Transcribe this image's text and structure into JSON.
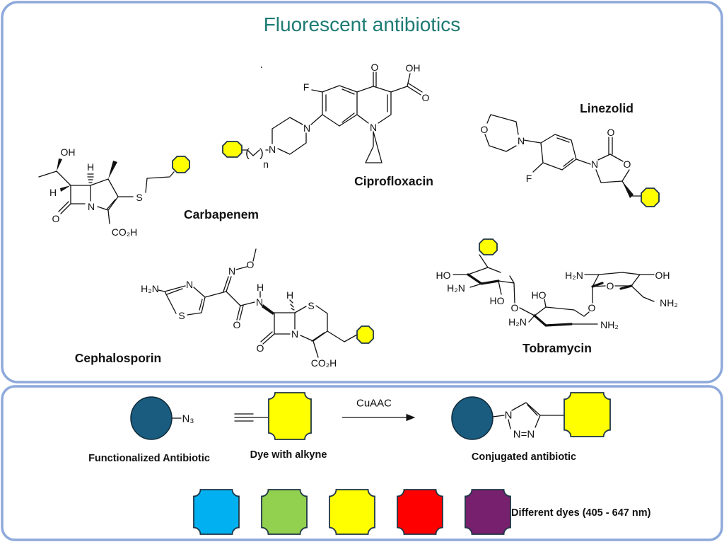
{
  "title": "Fluorescent antibiotics",
  "colors": {
    "title": "#1e7b74",
    "frame": "#8ea9db",
    "antibiotic": "#1a5c80",
    "dye_yellow": "#ffff00",
    "dye_blue": "#00b0f0",
    "dye_green": "#92d050",
    "dye_red": "#ff0000",
    "dye_purple": "#77206e"
  },
  "molecules": {
    "carbapenem": {
      "name": "Carbapenem",
      "atoms": [
        "OH",
        "H",
        "H",
        "O",
        "N",
        "S",
        "CO₂H"
      ]
    },
    "ciprofloxacin": {
      "name": "Ciprofloxacin",
      "atoms": [
        "F",
        "O",
        "OH",
        "O",
        "N",
        "N",
        "N",
        "(",
        ")",
        "n"
      ]
    },
    "linezolid": {
      "name": "Linezolid",
      "atoms": [
        "O",
        "N",
        "F",
        "N",
        "O",
        "O"
      ]
    },
    "cephalosporin": {
      "name": "Cephalosporin",
      "atoms": [
        "H₂N",
        "N",
        "S",
        "N",
        "O",
        "O",
        "N",
        "H",
        "H",
        "S",
        "N",
        "O",
        "CO₂H"
      ]
    },
    "tobramycin": {
      "name": "Tobramycin",
      "atoms": [
        "HO",
        "H₂N",
        "HO",
        "O",
        "HO",
        "H₂N",
        "NH₂",
        "O",
        "H₂N",
        "O",
        "OH",
        "NH₂"
      ]
    }
  },
  "reaction": {
    "azide": "N₃",
    "catalyst": "CuAAC",
    "triazole_n1": "N",
    "triazole_n23": "N=N",
    "functionalized_label": "Functionalized Antibiotic",
    "dye_label": "Dye with alkyne",
    "conjugated_label": "Conjugated antibiotic"
  },
  "dyes": {
    "label": "Different dyes (405 - 647 nm)",
    "colors": [
      "#00b0f0",
      "#92d050",
      "#ffff00",
      "#ff0000",
      "#77206e"
    ]
  }
}
